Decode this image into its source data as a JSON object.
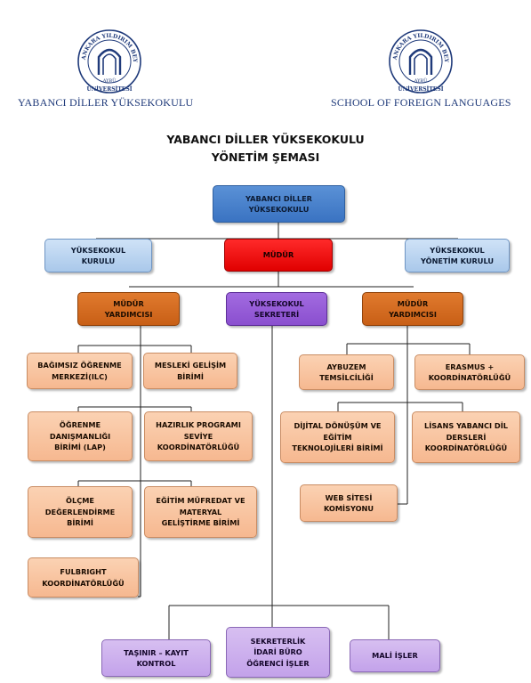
{
  "header": {
    "left_seal_text": "ANKARA YILDIRIM BEYAZIT ÜNİVERSİTESİ",
    "left_seal_abbr": "AYBÜ",
    "left_name": "YABANCI DİLLER YÜKSEKOKULU",
    "right_seal_text": "ANKARA YILDIRIM BEYAZIT ÜNİVERSİTESİ",
    "right_seal_abbr": "AYBÜ",
    "right_name": "SCHOOL OF FOREIGN LANGUAGES",
    "brand_color": "#1f3a7a"
  },
  "chart": {
    "title_line1": "YABANCI DİLLER YÜKSEKOKULU",
    "title_line2": "YÖNETİM ŞEMASI"
  },
  "nodes": {
    "root": "YABANCI DİLLER\nYÜKSEKOKULU",
    "kurul": "YÜKSEKOKUL\nKURULU",
    "mudur": "MÜDÜR",
    "yonetim_kurulu": "YÜKSEKOKUL\nYÖNETİM KURULU",
    "yardimci_left": "MÜDÜR\nYARDIMCISI",
    "sekreter": "YÜKSEKOKUL\nSEKRETERİ",
    "yardimci_right": "MÜDÜR\nYARDIMCISI",
    "ilc": "BAĞIMSIZ ÖĞRENME\nMERKEZİ(ILC)",
    "mesleki": "MESLEKİ GELİŞİM\nBİRİMİ",
    "lap": "ÖĞRENME\nDANIŞMANLIĞI\nBİRİMİ (LAP)",
    "hazirlik": "HAZIRLIK PROGRAMI\nSEVİYE\nKOORDİNATÖRLÜĞÜ",
    "olcme": "ÖLÇME\nDEĞERLENDİRME\nBİRİMİ",
    "mufredat": "EĞİTİM MÜFREDAT VE\nMATERYAL\nGELİŞTİRME BİRİMİ",
    "fulbright": "FULBRIGHT\nKOORDİNATÖRLÜĞÜ",
    "aybuzem": "AYBUZEM\nTEMSİLCİLİĞİ",
    "erasmus": "ERASMUS +\nKOORDİNATÖRLÜĞÜ",
    "dijital": "DİJİTAL DÖNÜŞÜM VE\nEĞİTİM\nTEKNOLOJİLERİ BİRİMİ",
    "lisans": "LİSANS YABANCI DİL\nDERSLERİ\nKOORDİNATÖRLÜĞÜ",
    "web": "WEB SİTESİ\nKOMİSYONU",
    "tasinir": "TAŞINIR – KAYIT\nKONTROL",
    "sekreterlik": "SEKRETERLİK\nİDARİ BÜRO\nÖĞRENCİ İŞLER",
    "mali": "MALİ İŞLER"
  }
}
